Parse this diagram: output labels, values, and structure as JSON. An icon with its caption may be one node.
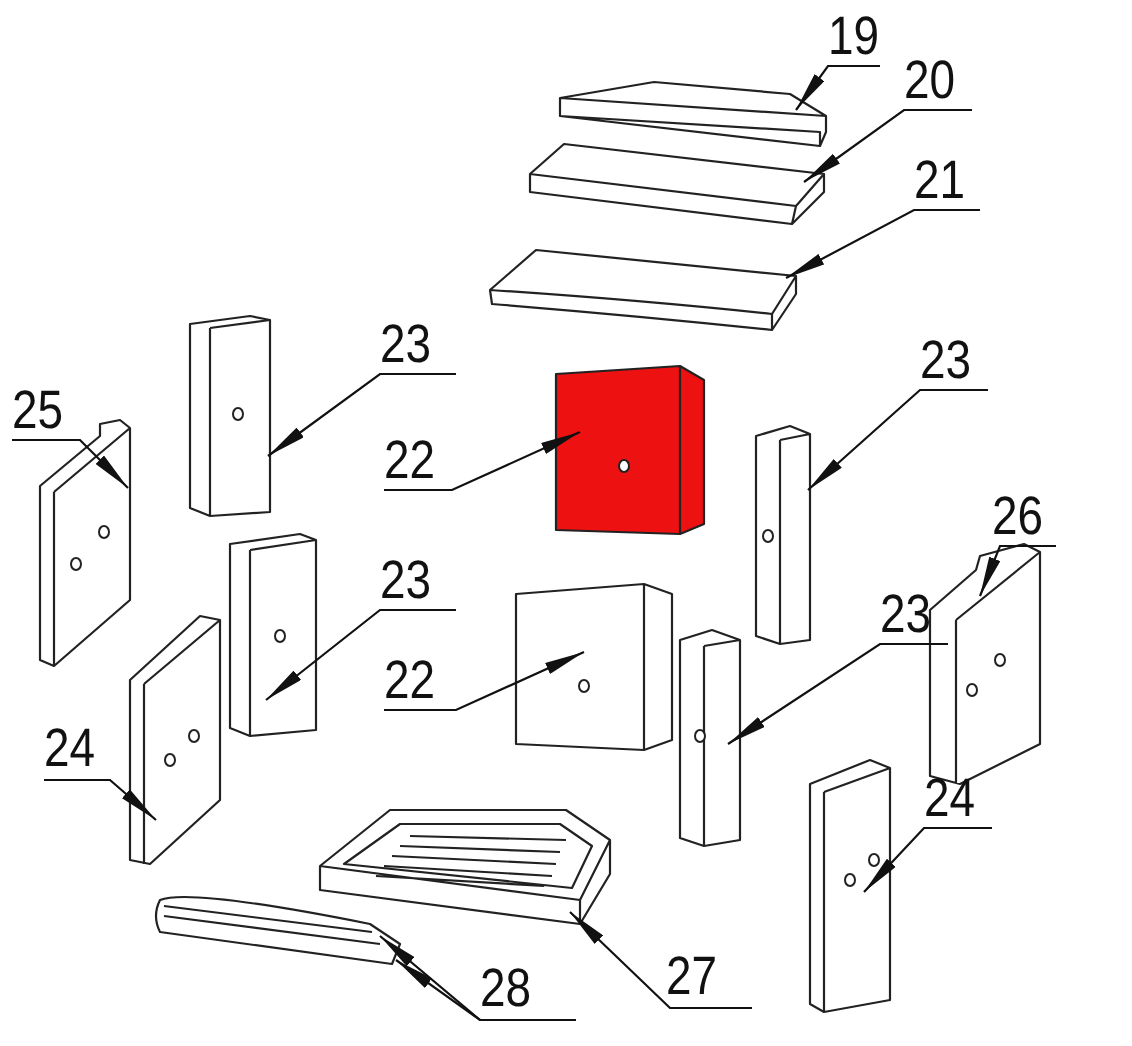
{
  "diagram": {
    "nodes": [
      {
        "text": [
          "19"
        ]
      },
      {
        "text": [
          "20"
        ]
      },
      {
        "text": [
          "21"
        ]
      },
      {
        "text": [
          "23"
        ]
      },
      {
        "text": [
          "23"
        ]
      },
      {
        "text": [
          "25"
        ]
      },
      {
        "text": [
          "22"
        ]
      },
      {
        "text": [
          "26"
        ]
      },
      {
        "text": [
          "23"
        ]
      },
      {
        "text": [
          "22"
        ]
      },
      {
        "text": [
          "23"
        ]
      },
      {
        "text": [
          "24"
        ]
      },
      {
        "text": [
          "24"
        ]
      },
      {
        "text": [
          "27"
        ]
      },
      {
        "text": [
          "28"
        ]
      },
      {
        "text": [],
        "shape": "box"
      },
      {
        "text": [],
        "shape": "box"
      },
      {
        "text": [],
        "shape": "box"
      },
      {
        "text": [],
        "shape": "box"
      },
      {
        "text": [],
        "shape": "box"
      },
      {
        "text": [],
        "shape": "box"
      },
      {
        "text": [],
        "shape": "box"
      },
      {
        "text": [],
        "shape": "box"
      },
      {
        "text": [],
        "shape": "box"
      },
      {
        "text": [],
        "shape": "box"
      },
      {
        "text": [],
        "shape": "box"
      },
      {
        "text": [],
        "shape": "box"
      },
      {
        "text": [],
        "shape": "box"
      },
      {
        "text": [],
        "shape": "box"
      },
      {
        "text": [],
        "shape": "box"
      }
    ],
    "edges": [
      {
        "from": 0,
        "to": 15,
        "arrow": "to"
      },
      {
        "from": 1,
        "to": 16,
        "arrow": "to"
      },
      {
        "from": 2,
        "to": 17,
        "arrow": "to"
      },
      {
        "from": 3,
        "to": 18,
        "arrow": "to"
      },
      {
        "from": 4,
        "to": 19,
        "arrow": "to"
      },
      {
        "from": 5,
        "to": 20,
        "arrow": "to"
      },
      {
        "from": 6,
        "to": 21,
        "arrow": "to"
      },
      {
        "from": 7,
        "to": 22,
        "arrow": "to"
      },
      {
        "from": 8,
        "to": 23,
        "arrow": "to"
      },
      {
        "from": 9,
        "to": 24,
        "arrow": "to"
      },
      {
        "from": 10,
        "to": 25,
        "arrow": "to"
      },
      {
        "from": 11,
        "to": 26,
        "arrow": "to"
      },
      {
        "from": 12,
        "to": 27,
        "arrow": "to"
      },
      {
        "from": 13,
        "to": 28,
        "arrow": "to"
      },
      {
        "from": 14,
        "to": 29,
        "arrow": "to"
      },
      {
        "from": 14,
        "to": 29,
        "arrow": "to"
      }
    ]
  }
}
